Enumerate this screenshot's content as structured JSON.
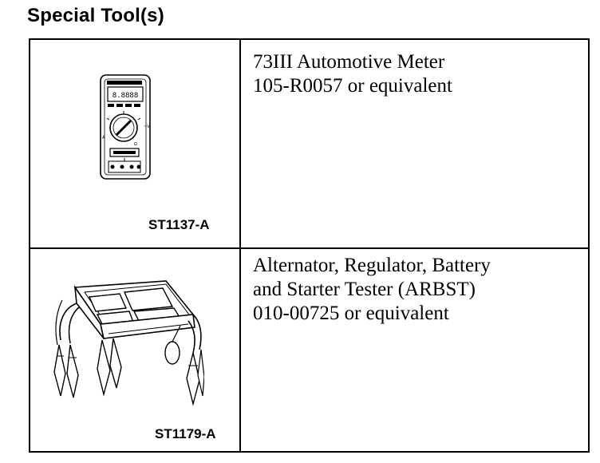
{
  "page": {
    "heading": "Special Tool(s)"
  },
  "tools": [
    {
      "illustration": "multimeter-illustration",
      "caption": "ST1137-A",
      "lines": [
        "73III Automotive Meter",
        "105-R0057 or equivalent"
      ]
    },
    {
      "illustration": "battery-tester-illustration",
      "caption": "ST1179-A",
      "lines": [
        "Alternator, Regulator, Battery",
        "and Starter Tester (ARBST)",
        "010-00725 or equivalent"
      ]
    }
  ]
}
